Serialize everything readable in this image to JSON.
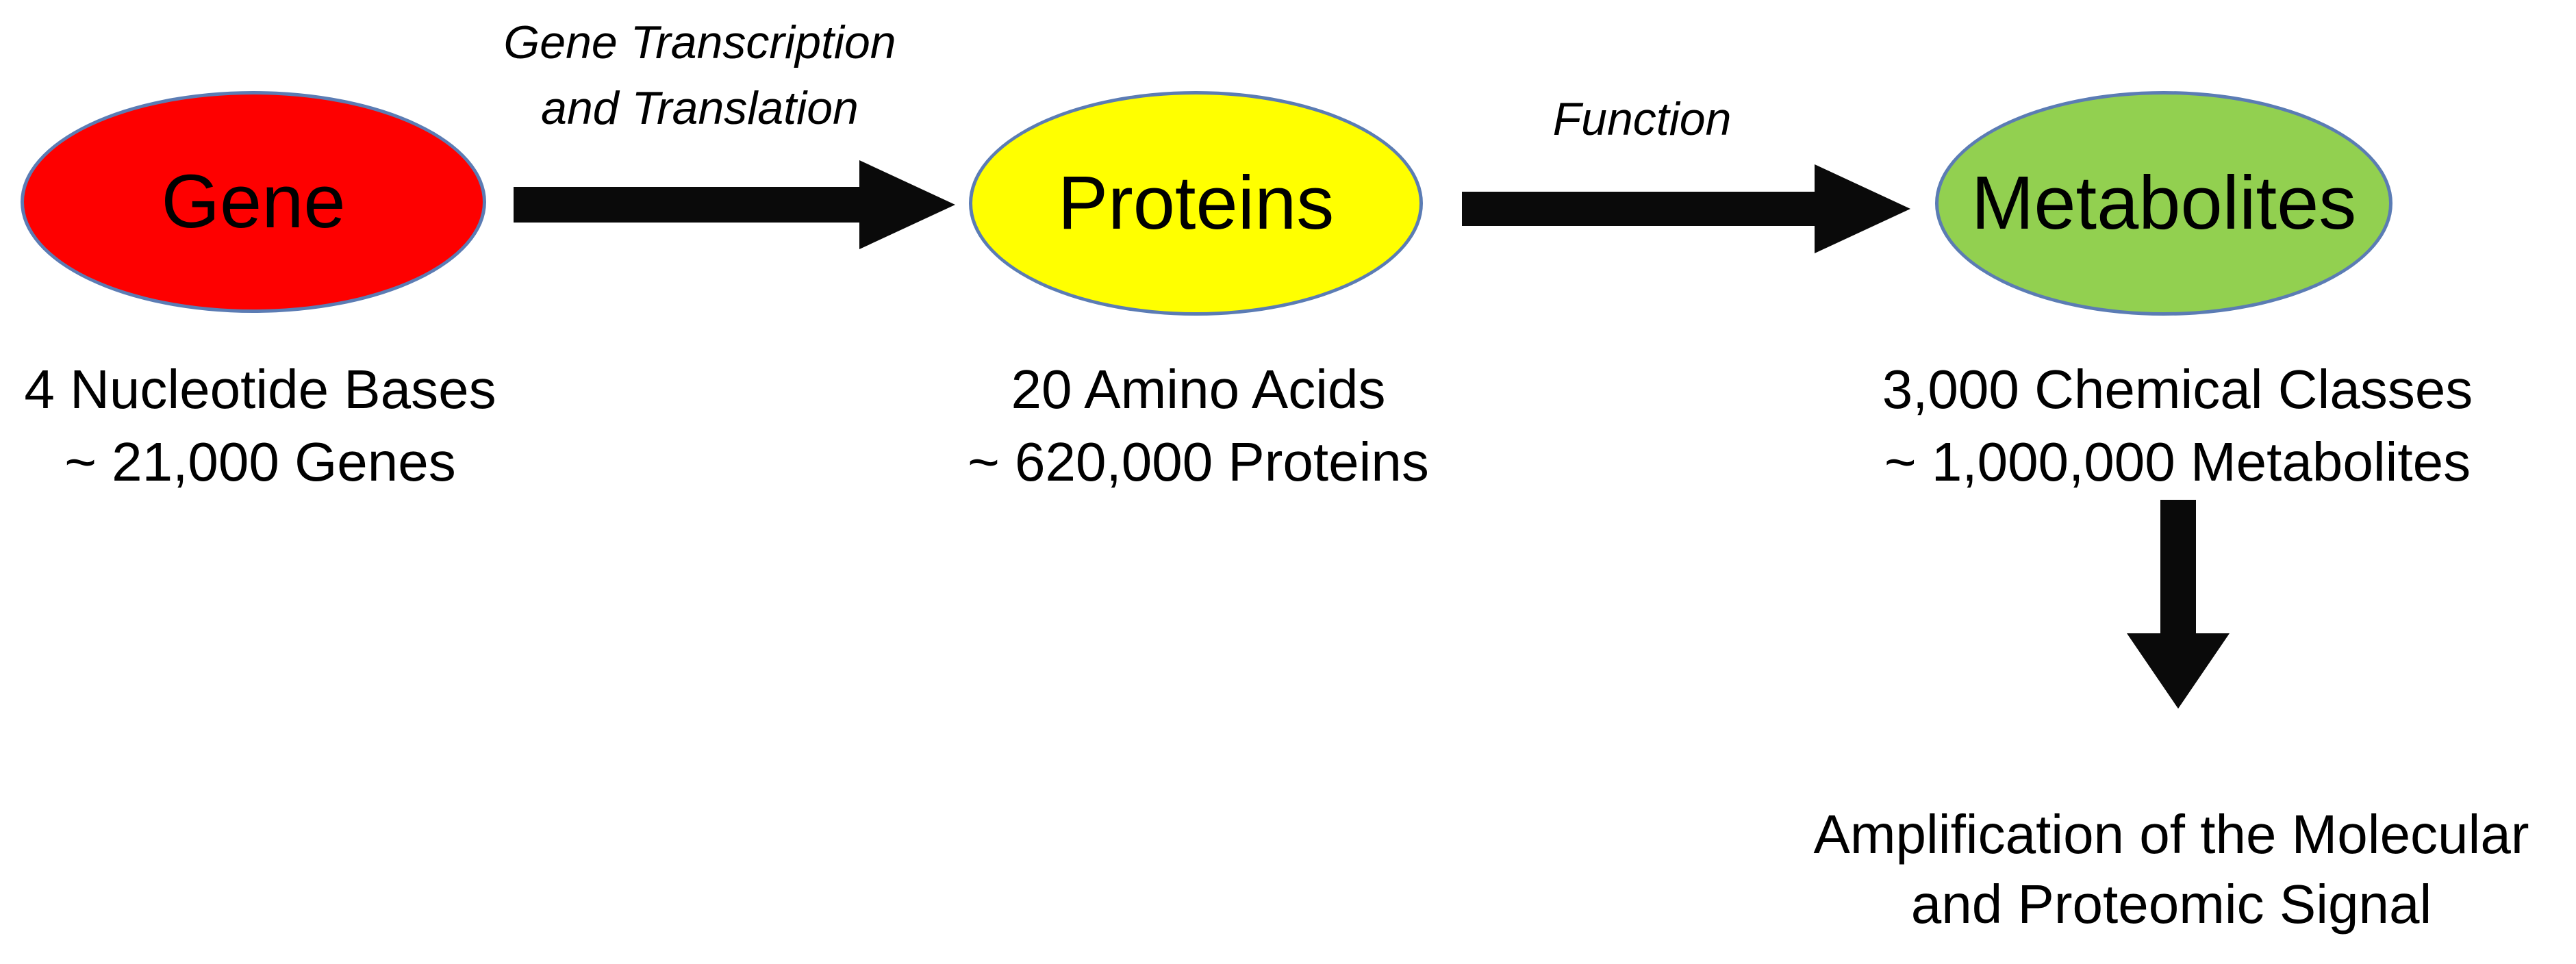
{
  "diagram": {
    "background": "#ffffff",
    "colors": {
      "node_border": "#5b7cb4",
      "arrow": "#0a0a0a",
      "text": "#000000"
    },
    "nodes": [
      {
        "id": "gene",
        "label": "Gene",
        "fill": "#fe0000",
        "caption": {
          "line1": "4 Nucleotide Bases",
          "line2": "~ 21,000 Genes"
        }
      },
      {
        "id": "proteins",
        "label": "Proteins",
        "fill": "#ffff00",
        "caption": {
          "line1": "20 Amino Acids",
          "line2": "~ 620,000 Proteins"
        }
      },
      {
        "id": "metabolites",
        "label": "Metabolites",
        "fill": "#92d050",
        "caption": {
          "line1": "3,000 Chemical Classes",
          "line2": "~ 1,000,000 Metabolites"
        }
      }
    ],
    "arrows": [
      {
        "id": "gene-to-proteins",
        "label_line1": "Gene Transcription",
        "label_line2": "and Translation"
      },
      {
        "id": "proteins-to-metabolites",
        "label": "Function"
      },
      {
        "id": "metabolites-down"
      }
    ],
    "footer": {
      "line1": "Amplification of the Molecular",
      "line2": "and Proteomic Signal"
    }
  }
}
